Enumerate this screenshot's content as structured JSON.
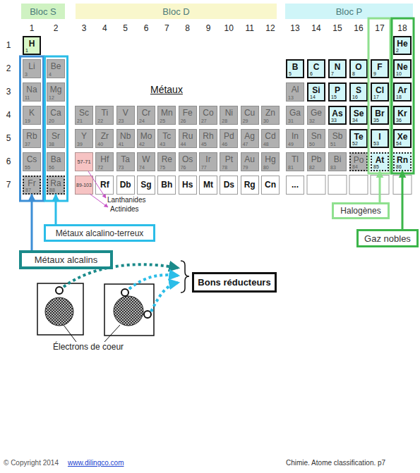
{
  "diagram": {
    "nodes": [
      {
        "text": [
          "Bloc S"
        ]
      },
      {
        "text": [
          "Bloc D"
        ]
      },
      {
        "text": [
          "Bloc P"
        ]
      },
      {
        "text": [
          "H",
          "1"
        ]
      },
      {
        "text": [
          "He",
          "2"
        ]
      },
      {
        "text": [
          "Li",
          "3"
        ]
      },
      {
        "text": [
          "Be",
          "4"
        ]
      },
      {
        "text": [
          "B",
          "5"
        ]
      },
      {
        "text": [
          "C",
          "6"
        ]
      },
      {
        "text": [
          "N",
          "7"
        ]
      },
      {
        "text": [
          "O",
          "8"
        ]
      },
      {
        "text": [
          "F",
          "9"
        ]
      },
      {
        "text": [
          "Ne",
          "10"
        ]
      },
      {
        "text": [
          "Na",
          "11"
        ]
      },
      {
        "text": [
          "Mg",
          "12"
        ]
      },
      {
        "text": [
          "Al",
          "13"
        ]
      },
      {
        "text": [
          "Si",
          "14"
        ]
      },
      {
        "text": [
          "P",
          "15"
        ]
      },
      {
        "text": [
          "S",
          "16"
        ]
      },
      {
        "text": [
          "Cl",
          "17"
        ]
      },
      {
        "text": [
          "Ar",
          "18"
        ]
      },
      {
        "text": [
          "K",
          "19"
        ]
      },
      {
        "text": [
          "Ca",
          "20"
        ]
      },
      {
        "text": [
          "Sc",
          "21"
        ]
      },
      {
        "text": [
          "Ti",
          "22"
        ]
      },
      {
        "text": [
          "V",
          "23"
        ]
      },
      {
        "text": [
          "Cr",
          "24"
        ]
      },
      {
        "text": [
          "Mn",
          "25"
        ]
      },
      {
        "text": [
          "Fe",
          "26"
        ]
      },
      {
        "text": [
          "Co",
          "27"
        ]
      },
      {
        "text": [
          "Ni",
          "28"
        ]
      },
      {
        "text": [
          "Cu",
          "29"
        ]
      },
      {
        "text": [
          "Zn",
          "30"
        ]
      },
      {
        "text": [
          "Ga",
          "31"
        ]
      },
      {
        "text": [
          "Ge",
          "32"
        ]
      },
      {
        "text": [
          "As",
          "33"
        ]
      },
      {
        "text": [
          "Se",
          "34"
        ]
      },
      {
        "text": [
          "Br",
          "35"
        ]
      },
      {
        "text": [
          "Kr",
          "36"
        ]
      },
      {
        "text": [
          "Rb",
          "37"
        ]
      },
      {
        "text": [
          "Sr",
          "38"
        ]
      },
      {
        "text": [
          "Y",
          "39"
        ]
      },
      {
        "text": [
          "Zr",
          "40"
        ]
      },
      {
        "text": [
          "Nb",
          "41"
        ]
      },
      {
        "text": [
          "Mo",
          "42"
        ]
      },
      {
        "text": [
          "Tc",
          "43"
        ]
      },
      {
        "text": [
          "Ru",
          "44"
        ]
      },
      {
        "text": [
          "Rh",
          "45"
        ]
      },
      {
        "text": [
          "Pd",
          "46"
        ]
      },
      {
        "text": [
          "Ag",
          "47"
        ]
      },
      {
        "text": [
          "Cd",
          "48"
        ]
      },
      {
        "text": [
          "In",
          "49"
        ]
      },
      {
        "text": [
          "Sn",
          "50"
        ]
      },
      {
        "text": [
          "Sb",
          "51"
        ]
      },
      {
        "text": [
          "Te",
          "52"
        ]
      },
      {
        "text": [
          "I",
          "53"
        ]
      },
      {
        "text": [
          "Xe",
          "54"
        ]
      },
      {
        "text": [
          "Cs",
          "55"
        ]
      },
      {
        "text": [
          "Ba",
          "56"
        ]
      },
      {
        "text": [
          "57-71"
        ]
      },
      {
        "text": [
          "Hf",
          "72"
        ]
      },
      {
        "text": [
          "Ta",
          "73"
        ]
      },
      {
        "text": [
          "W",
          "74"
        ]
      },
      {
        "text": [
          "Re",
          "75"
        ]
      },
      {
        "text": [
          "Os",
          "76"
        ]
      },
      {
        "text": [
          "Ir",
          "77"
        ]
      },
      {
        "text": [
          "Pt",
          "78"
        ]
      },
      {
        "text": [
          "Au",
          "79"
        ]
      },
      {
        "text": [
          "Hg",
          "80"
        ]
      },
      {
        "text": [
          "Tl",
          "81"
        ]
      },
      {
        "text": [
          "Pb",
          "82"
        ]
      },
      {
        "text": [
          "Bi",
          "83"
        ]
      },
      {
        "text": [
          "Po",
          "84"
        ]
      },
      {
        "text": [
          "At",
          "85"
        ]
      },
      {
        "text": [
          "Rn",
          "86"
        ]
      },
      {
        "text": [
          "Fr",
          "87"
        ]
      },
      {
        "text": [
          "Ra",
          "88"
        ]
      },
      {
        "text": [
          "89-103"
        ]
      },
      {
        "text": [
          "Rf"
        ]
      },
      {
        "text": [
          "Db"
        ]
      },
      {
        "text": [
          "Sg"
        ]
      },
      {
        "text": [
          "Bh"
        ]
      },
      {
        "text": [
          "Hs"
        ]
      },
      {
        "text": [
          "Mt"
        ]
      },
      {
        "text": [
          "Ds"
        ]
      },
      {
        "text": [
          "Rg"
        ]
      },
      {
        "text": [
          "Cn"
        ]
      },
      {
        "text": [
          "..."
        ]
      },
      {
        "text": [
          "Halogènes"
        ]
      },
      {
        "text": [
          "Métaux alcalino-terreux"
        ]
      },
      {
        "text": [
          "Gaz nobles"
        ]
      },
      {
        "text": [
          "Métaux alcalins"
        ]
      },
      {
        "text": [
          "Bons réducteurs"
        ]
      }
    ],
    "edges": [
      {
        "from": 88,
        "to": 73,
        "arrow": "to"
      },
      {
        "from": 89,
        "to": 76,
        "arrow": "to"
      },
      {
        "from": 90,
        "to": 74,
        "arrow": "to"
      },
      {
        "from": 91,
        "to": 75,
        "arrow": "to"
      }
    ],
    "labels": [
      "1",
      "2",
      "3",
      "4",
      "5",
      "6",
      "7",
      "8",
      "9",
      "10",
      "11",
      "12",
      "13",
      "14",
      "15",
      "16",
      "17",
      "18",
      "1",
      "2",
      "3",
      "4",
      "5",
      "6",
      "7",
      "Métaux",
      "Lanthanides",
      "Actinides",
      "Électrons de coeur",
      "© Copyright 2014",
      "www.dilingco.com",
      "Chimie. Atome classification. p7"
    ]
  }
}
